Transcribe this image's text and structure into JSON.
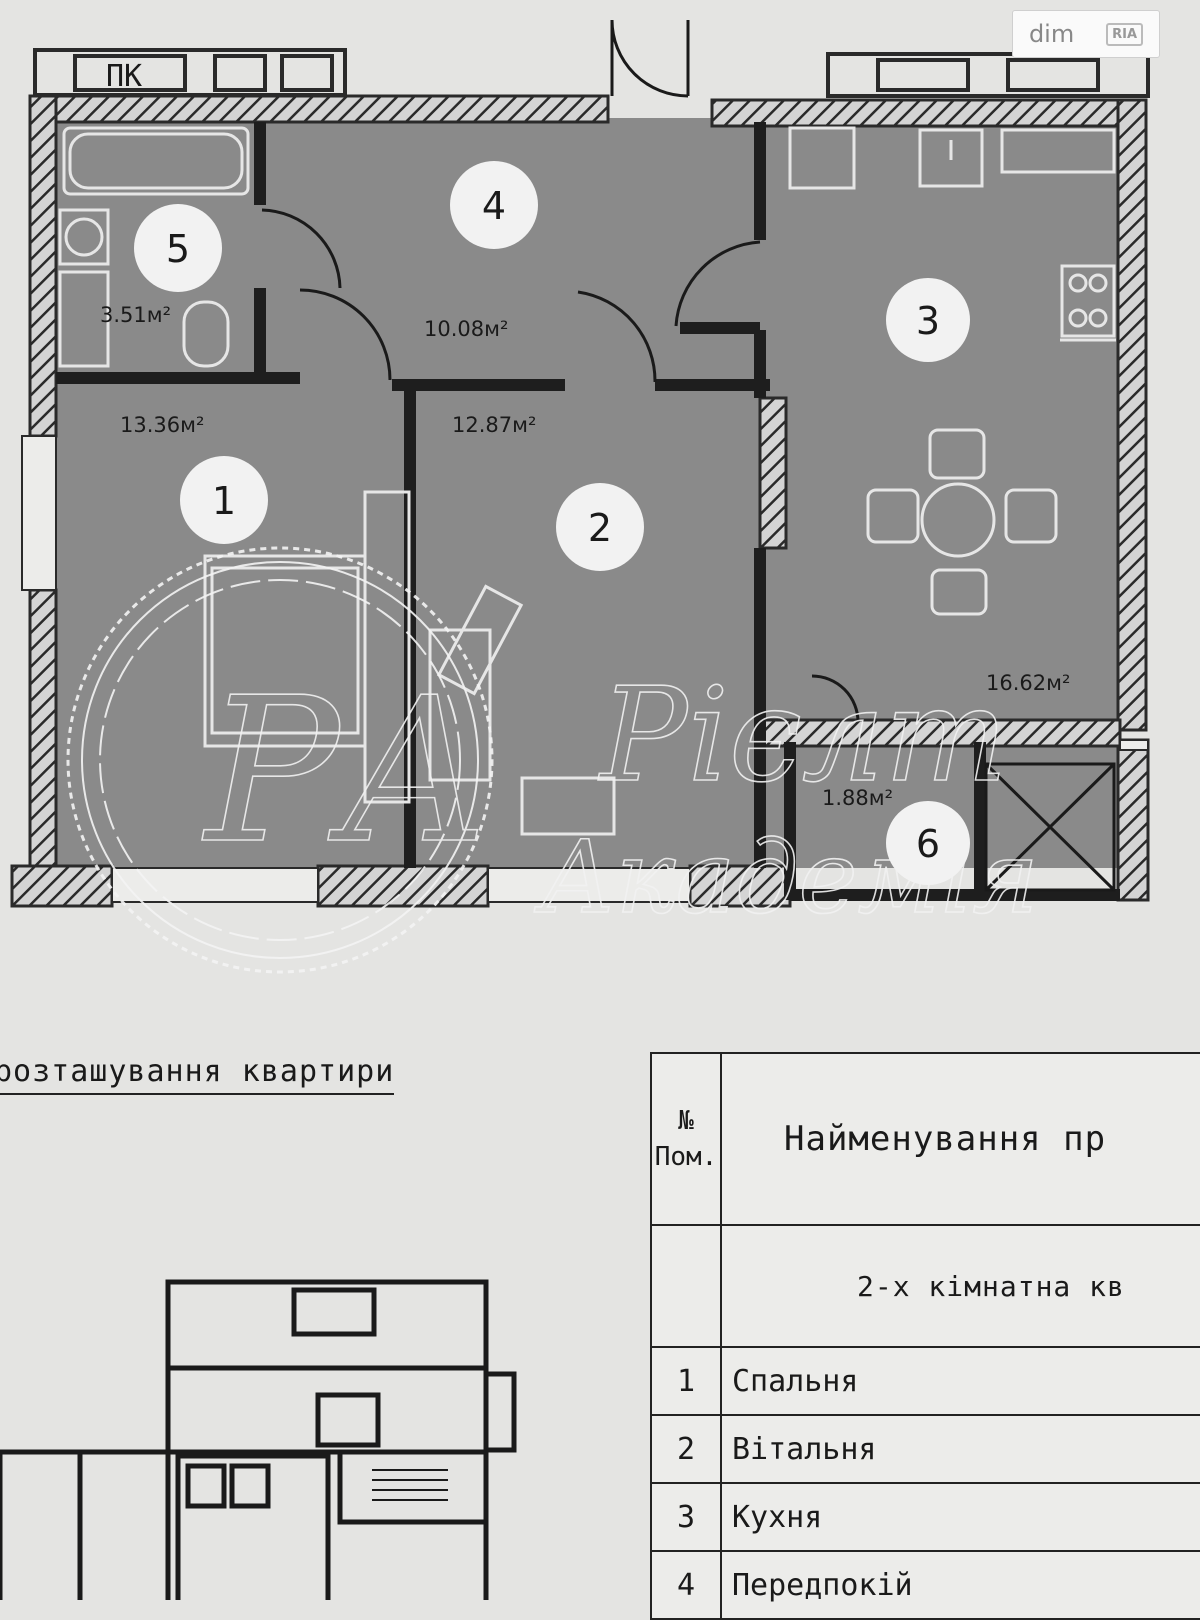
{
  "plan": {
    "rooms": [
      {
        "number": "1",
        "area": "13.36м²"
      },
      {
        "number": "2",
        "area": "12.87м²"
      },
      {
        "number": "3",
        "area": "16.62м²"
      },
      {
        "number": "4",
        "area": "10.08м²"
      },
      {
        "number": "5",
        "area": "3.51м²"
      },
      {
        "number": "6",
        "area": "1.88м²"
      }
    ],
    "shaft_label": "ПК"
  },
  "watermark": {
    "monogram": "РА",
    "line1": "Рієлт",
    "line2": "Академія"
  },
  "logo": {
    "text": "dim",
    "badge": "RIA"
  },
  "location_caption": "розташування квартири",
  "table": {
    "header_num": [
      "№",
      "Пом."
    ],
    "header_name": "Найменування пр",
    "apartment_type": "2-х кімнатна кв",
    "rows": [
      {
        "num": "1",
        "name": "Спальня"
      },
      {
        "num": "2",
        "name": "Вітальня"
      },
      {
        "num": "3",
        "name": "Кухня"
      },
      {
        "num": "4",
        "name": "Передпокій"
      }
    ]
  },
  "colors": {
    "floor": "#8a8a8a",
    "wall": "#2a2a2a",
    "paper": "#e4e4e2"
  }
}
